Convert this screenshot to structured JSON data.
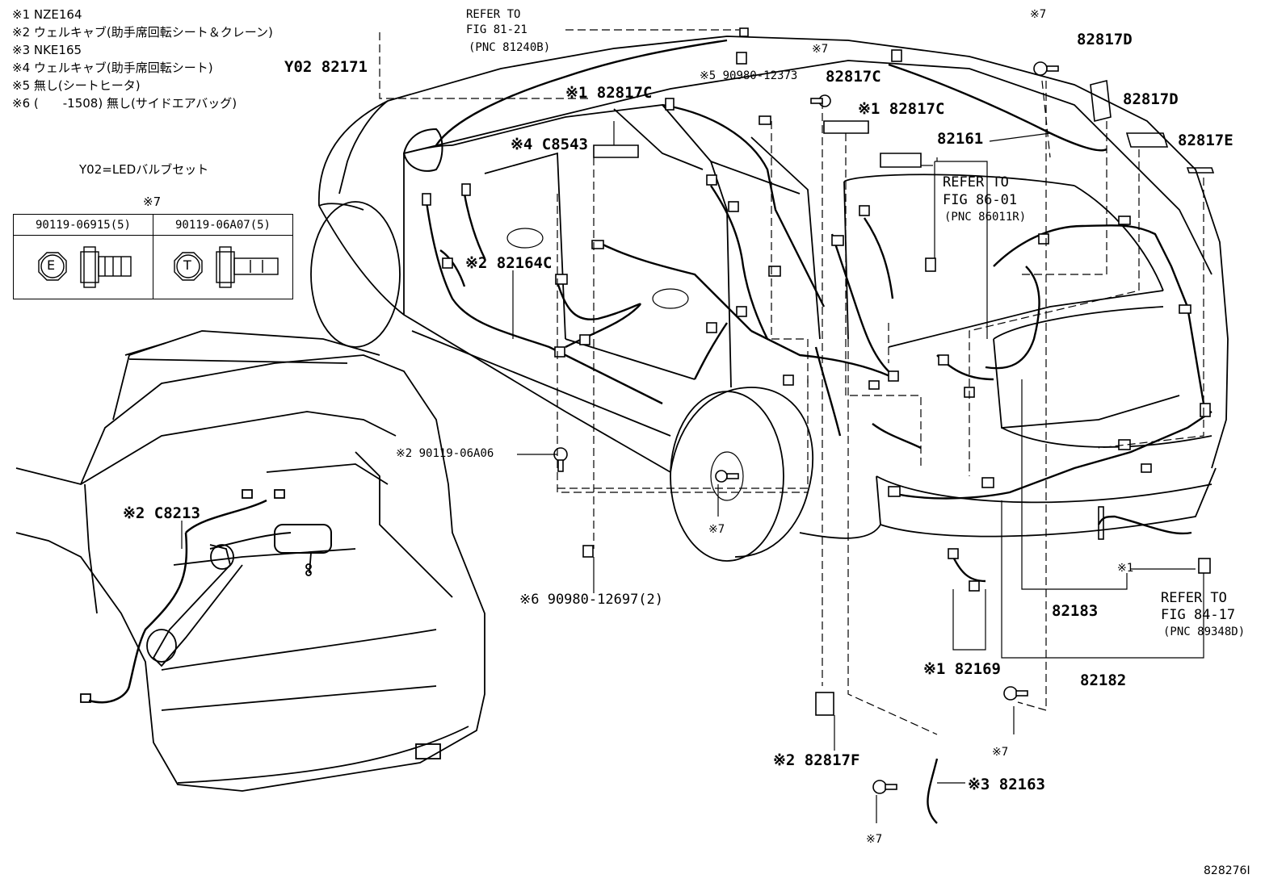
{
  "notes": [
    "※1 NZE164",
    "※2 ウェルキャブ(助手席回転シート＆クレーン)",
    "※3 NKE165",
    "※4 ウェルキャブ(助手席回転シート)",
    "※5 無し(シートヒータ)",
    "※6 (　　-1508) 無し(サイドエアバッグ)"
  ],
  "y02_note": "Y02=LEDバルブセット",
  "bolt_table": {
    "ref": "※7",
    "cols": [
      {
        "part": "90119-06915(5)",
        "stamp": "E"
      },
      {
        "part": "90119-06A07(5)",
        "stamp": "T"
      }
    ]
  },
  "labels": {
    "refer_81_line1": "REFER TO",
    "refer_81_line2": "FIG 81-21",
    "refer_81_line3": "(PNC 81240B)",
    "y02_82171": "Y02 82171",
    "m1_82817c_a": "※1 82817C",
    "m4_c8543": "※4 C8543",
    "m2_82164c": "※2 82164C",
    "m5_90980_12373": "※5 90980-12373",
    "p82817c_b": "82817C",
    "m1_82817c_c": "※1 82817C",
    "m7_top_a": "※7",
    "m7_top_b": "※7",
    "p82817d_a": "82817D",
    "p82817d_b": "82817D",
    "p82817e": "82817E",
    "p82161": "82161",
    "refer_86_line1": "REFER TO",
    "refer_86_line2": "FIG 86-01",
    "refer_86_line3": "(PNC 86011R)",
    "m2_90119_06a06": "※2 90119-06A06",
    "m7_wheel": "※7",
    "m2_c8213": "※2 C8213",
    "m6_90980_12697": "※6 90980-12697(2)",
    "m1_right": "※1",
    "refer_84_line1": "REFER TO",
    "refer_84_line2": "FIG 84-17",
    "refer_84_line3": "(PNC 89348D)",
    "p82183": "82183",
    "p82182": "82182",
    "m1_82169": "※1 82169",
    "m7_bolt_mid": "※7",
    "m2_82817f": "※2 82817F",
    "m3_82163": "※3 82163",
    "m7_bottom": "※7",
    "fig_id": "828276I"
  }
}
